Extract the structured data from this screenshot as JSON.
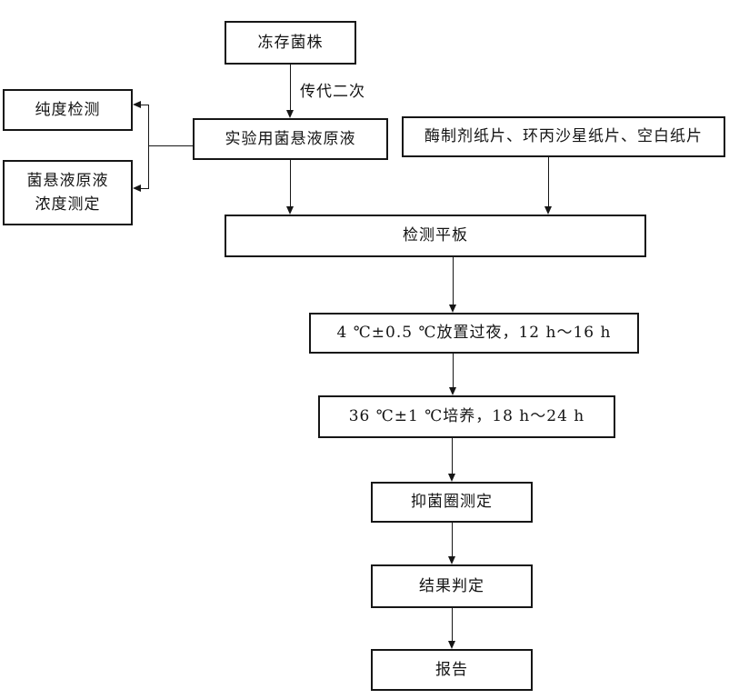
{
  "diagram": {
    "type": "flowchart",
    "colors": {
      "line": "#161616",
      "background": "#ffffff",
      "text": "#141414"
    }
  },
  "nodes": {
    "frozen_strain": {
      "label": "冻存菌株"
    },
    "purity_test": {
      "label": "纯度检测"
    },
    "suspension_stock": {
      "label": "实验用菌悬液原液"
    },
    "concentration_test": {
      "label": "菌悬液原液\n浓度测定"
    },
    "paper_discs": {
      "label": "酶制剂纸片、环丙沙星纸片、空白纸片"
    },
    "test_plate": {
      "label": "检测平板"
    },
    "overnight_rest": {
      "label": "4 ℃±0.5 ℃放置过夜，12 h～16 h"
    },
    "incubation": {
      "label": "36 ℃±1 ℃培养，18 h～24 h"
    },
    "inhibition_zone": {
      "label": "抑菌圈测定"
    },
    "result_judgment": {
      "label": "结果判定"
    },
    "report": {
      "label": "报告"
    }
  },
  "edges": {
    "passage_label": "传代二次"
  }
}
